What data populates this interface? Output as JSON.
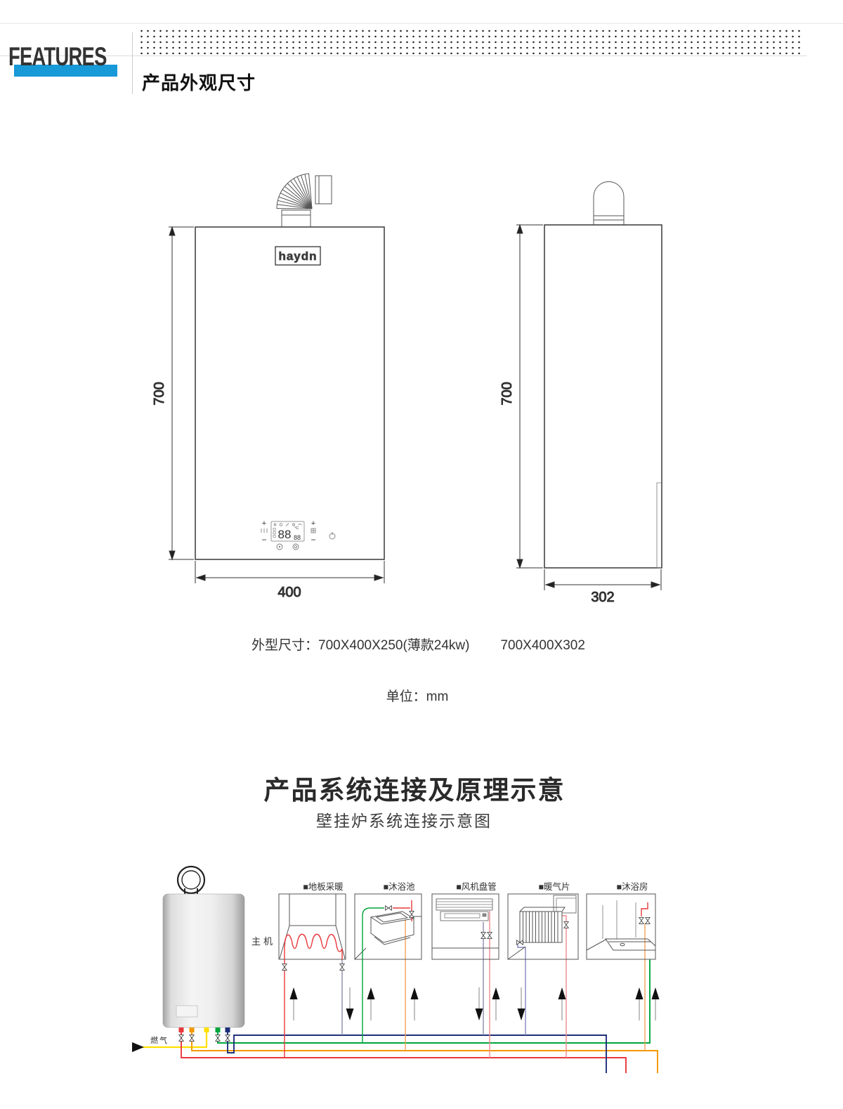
{
  "header": {
    "logo": "FEATURES",
    "title": "产品外观尺寸"
  },
  "drawing": {
    "brand": "haydn",
    "front": {
      "height": "700",
      "width": "400"
    },
    "side": {
      "height": "700",
      "width": "302"
    },
    "panel": {
      "plus": "+",
      "minus": "−",
      "display_main": "88",
      "display_sub": "88",
      "display_unit": "°C"
    },
    "spec_label": "外型尺寸：",
    "spec_value1": "700X400X250(薄款24kw)",
    "spec_value2": "700X400X302",
    "unit_label": "单位：",
    "unit_value": "mm"
  },
  "system": {
    "title": "产品系统连接及原理示意",
    "subtitle": "壁挂炉系统连接示意图",
    "main_unit_label": "主机",
    "gas_label": "燃气",
    "appliances": [
      {
        "label": "■地板采暖"
      },
      {
        "label": "■沐浴池"
      },
      {
        "label": "■风机盘管"
      },
      {
        "label": "■暖气片"
      },
      {
        "label": "■沐浴房"
      }
    ],
    "colors": {
      "accent_blue": "#1899d8",
      "red": "#e8383d",
      "light_red": "#ef8a8e",
      "orange": "#f39800",
      "light_orange": "#f3a25a",
      "yellow": "#ffe100",
      "green": "#00a63c",
      "navy": "#1d2f7b",
      "blue_gray": "#8c8cac",
      "purple": "#8486bc"
    }
  }
}
